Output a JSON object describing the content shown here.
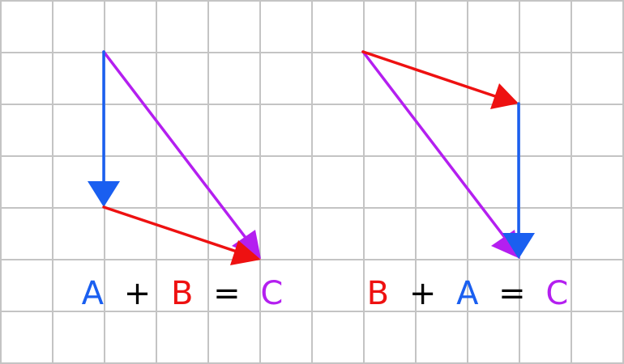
{
  "colors": {
    "a": "#1a5ff0",
    "b": "#ee1111",
    "c": "#b41ff0",
    "op": "#000000",
    "grid": "#c4c4c4"
  },
  "left": {
    "equation": {
      "t1": "A",
      "op1": "+",
      "t2": "B",
      "op2": "=",
      "t3": "C"
    }
  },
  "right": {
    "equation": {
      "t1": "B",
      "op1": "+",
      "t2": "A",
      "op2": "=",
      "t3": "C"
    }
  }
}
